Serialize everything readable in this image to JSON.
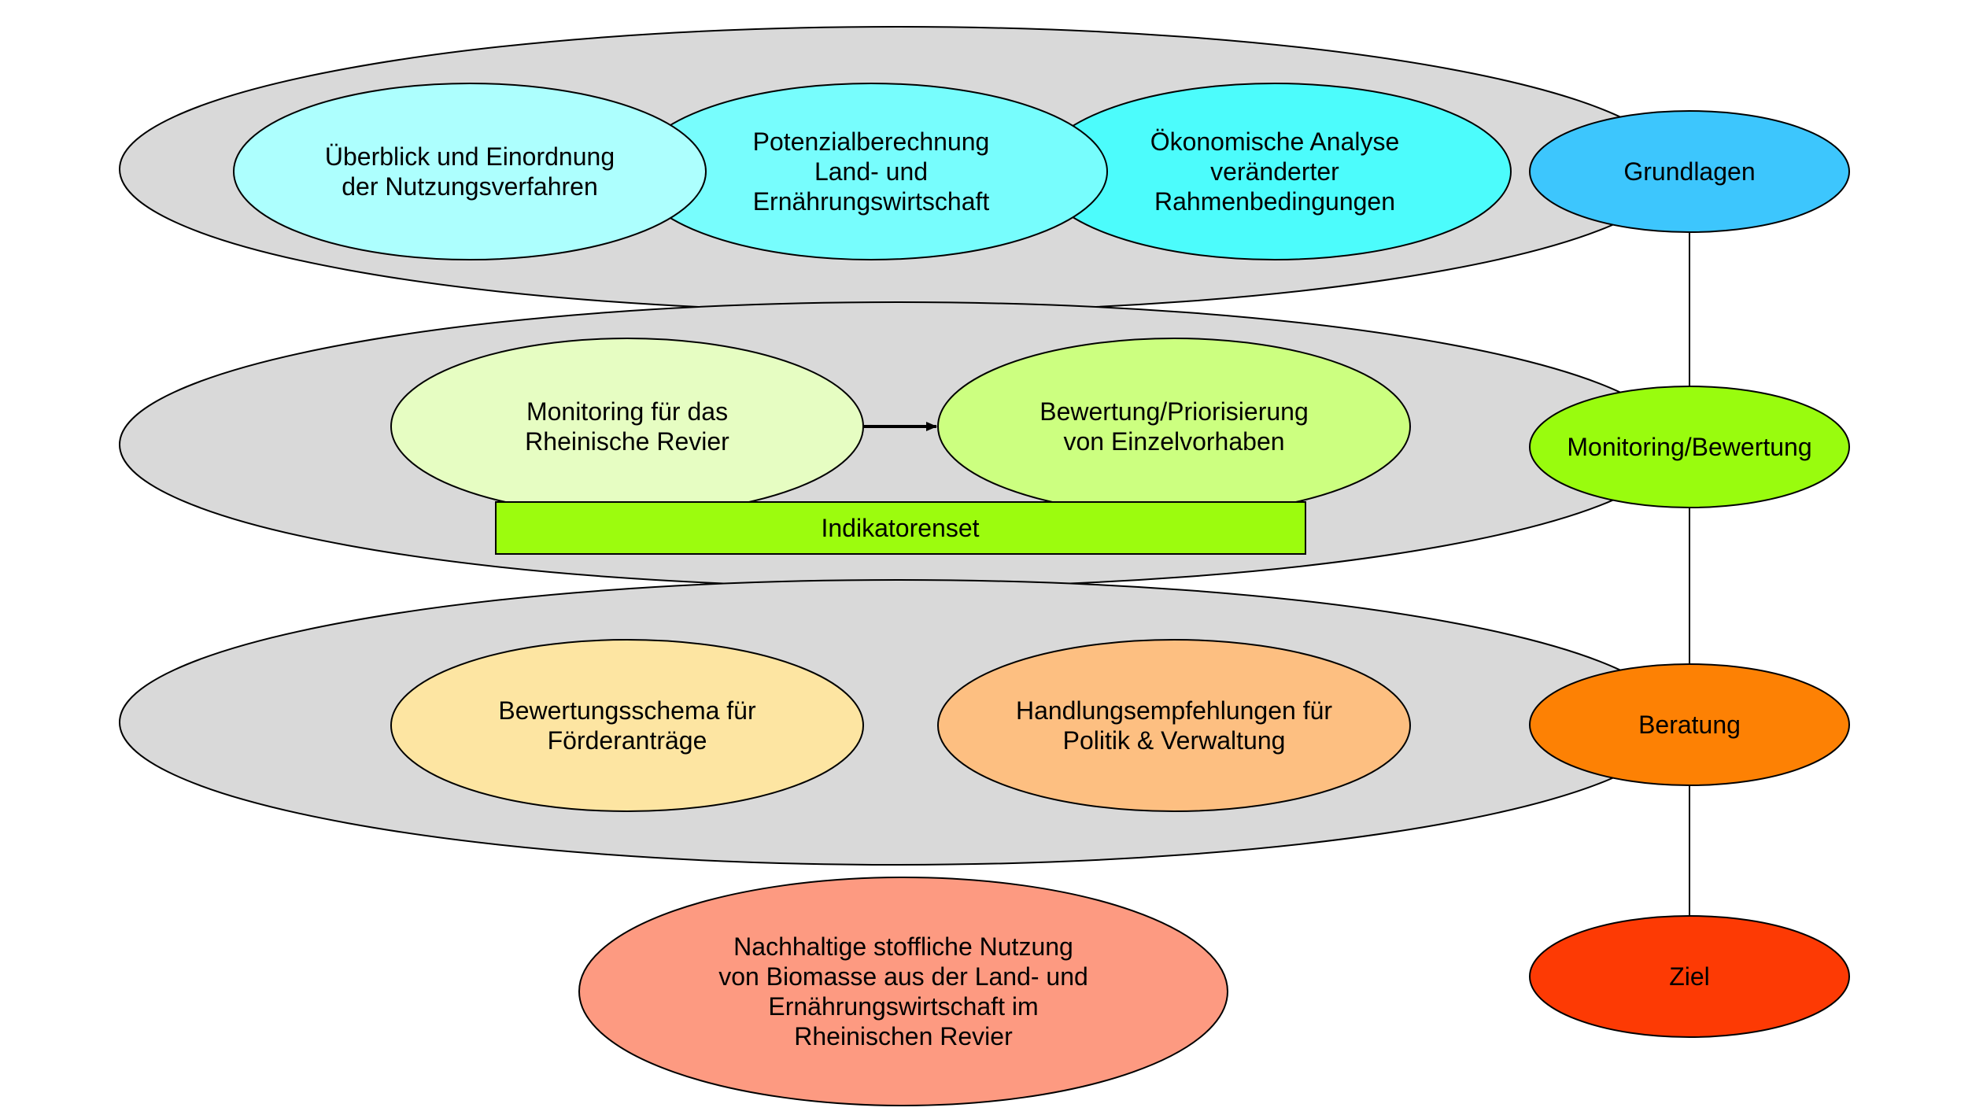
{
  "layers": [
    {
      "nodes": [
        {
          "lines": [
            "Überblick und Einordnung",
            "der Nutzungsverfahren"
          ],
          "color": "#adfffe"
        },
        {
          "lines": [
            "Potenzialberechnung",
            "Land- und",
            "Ernährungswirtschaft"
          ],
          "color": "#77fdfd"
        },
        {
          "lines": [
            "Ökonomische Analyse",
            "veränderter",
            "Rahmenbedingungen"
          ],
          "color": "#4cfcfc"
        }
      ]
    },
    {
      "nodes": [
        {
          "lines": [
            "Monitoring für das",
            "Rheinische Revier"
          ],
          "color": "#e6fdc2"
        },
        {
          "lines": [
            "Bewertung/Priorisierung",
            "von Einzelvorhaben"
          ],
          "color": "#ccff80"
        }
      ],
      "bar": {
        "label": "Indikatorenset",
        "color": "#9cfc0e"
      }
    },
    {
      "nodes": [
        {
          "lines": [
            "Bewertungsschema für",
            "Förderanträge"
          ],
          "color": "#fde5a2"
        },
        {
          "lines": [
            "Handlungsempfehlungen für",
            "Politik & Verwaltung"
          ],
          "color": "#fdbf81"
        }
      ]
    }
  ],
  "goal": {
    "lines": [
      "Nachhaltige stoffliche Nutzung",
      "von Biomasse aus der Land- und",
      "Ernährungswirtschaft im",
      "Rheinischen Revier"
    ],
    "color": "#fd9a81"
  },
  "stages": [
    {
      "label": "Grundlagen",
      "color": "#3dc6fd"
    },
    {
      "label": "Monitoring/Bewertung",
      "color": "#99fc0e"
    },
    {
      "label": "Beratung",
      "color": "#fd8104"
    },
    {
      "label": "Ziel",
      "color": "#fd3a04"
    }
  ],
  "background_color": "#d9d9d9",
  "stroke_color": "#000000"
}
